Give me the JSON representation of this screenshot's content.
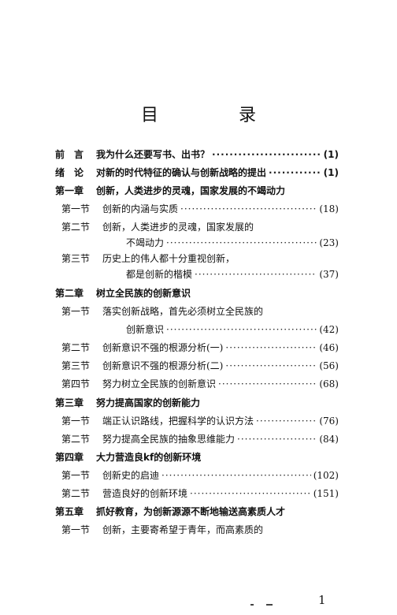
{
  "title": "目　录",
  "entries": [
    {
      "label": "前　言",
      "text": "我为什么还要写书、出书？",
      "page": "(1)"
    },
    {
      "label": "绪　论",
      "text": "对新的时代特征的确认与创新战略的提出",
      "page": "(1)"
    },
    {
      "label": "第一章",
      "text": "创新，人类进步的灵魂，国家发展的不竭动力",
      "page": ""
    },
    {
      "label": "第一节",
      "text": "创新的内涵与实质",
      "page": "(18)"
    },
    {
      "label": "第二节",
      "text": "创新，人类进步的灵魂，国家发展的",
      "page": ""
    },
    {
      "label": "",
      "text": "不竭动力",
      "page": "(23)"
    },
    {
      "label": "第三节",
      "text": "历史上的伟人都十分重视创新，",
      "page": ""
    },
    {
      "label": "",
      "text": "都是创新的楷模",
      "page": "(37)"
    },
    {
      "label": "第二章",
      "text": "树立全民族的创新意识",
      "page": ""
    },
    {
      "label": "第一节",
      "text": "落实创新战略，首先必须树立全民族的",
      "page": ""
    },
    {
      "label": "",
      "text": "创新意识",
      "page": "(42)"
    },
    {
      "label": "第二节",
      "text": "创新意识不强的根源分析(一)",
      "page": "(46)"
    },
    {
      "label": "第三节",
      "text": "创新意识不强的根源分析(二)",
      "page": "(56)"
    },
    {
      "label": "第四节",
      "text": "努力树立全民族的创新意识",
      "page": "(68)"
    },
    {
      "label": "第三章",
      "text": "努力提高国家的创新能力",
      "page": ""
    },
    {
      "label": "第一节",
      "text": "端正认识路线，把握科学的认识方法",
      "page": "(76)"
    },
    {
      "label": "第二节",
      "text": "努力提高全民族的抽象思维能力",
      "page": "(84)"
    },
    {
      "label": "第四章",
      "text": "大力营造良kf的创新环境",
      "page": ""
    },
    {
      "label": "第一节",
      "text": "创新史的启迪",
      "page": "(102)"
    },
    {
      "label": "第二节",
      "text": "营造良好的创新环境",
      "page": "(151)"
    },
    {
      "label": "第五章",
      "text": "抓好教育，为创新源源不断地输送高素质人才",
      "page": ""
    },
    {
      "label": "第一节",
      "text": "创新，主要寄希望于青年，而高素质的",
      "page": ""
    }
  ],
  "page_number": "1"
}
